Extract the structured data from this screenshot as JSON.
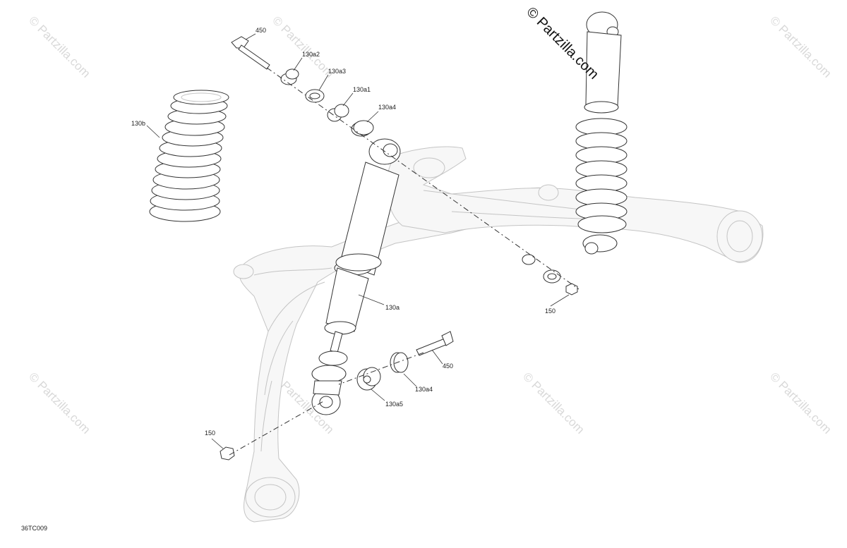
{
  "watermark": {
    "symbol": "©",
    "text": "Partzilla.com",
    "main_text": "© Partzilla.com"
  },
  "callouts": {
    "bolt_top": "450",
    "bushing_a2": "130a2",
    "washer_a3": "130a3",
    "bearing_a1": "130a1",
    "ring_a4_top": "130a4",
    "spring": "130b",
    "shock": "130a",
    "nut_right": "150",
    "bolt_bottom": "450",
    "ring_a4_bottom": "130a4",
    "bushing_a5": "130a5",
    "nut_left": "150"
  },
  "diagram_code": "36TC009",
  "colors": {
    "line": "#333333",
    "ghost": "#c4c4c4",
    "watermark": "#d9d9d9"
  }
}
